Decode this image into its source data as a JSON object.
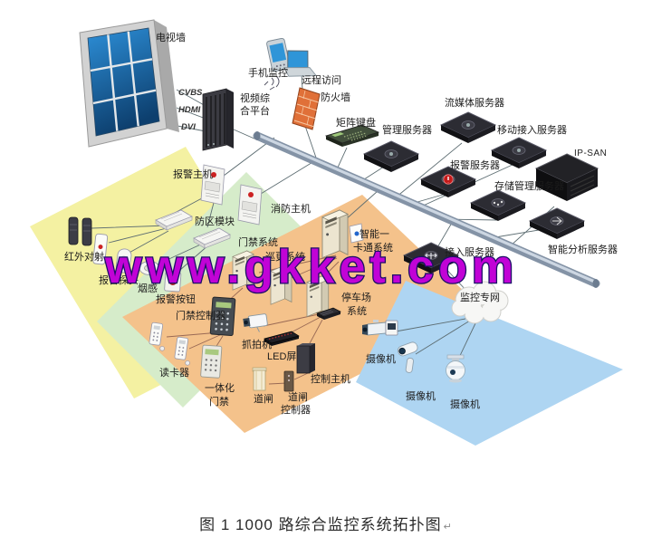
{
  "watermark": "www.gkket.com",
  "caption": {
    "text": "图 1 1000 路综合监控系统拓扑图",
    "mark": "↵"
  },
  "cables": {
    "cvbs": "CVBS",
    "hdmi": "HDMI",
    "dvi": "DVI"
  },
  "colors": {
    "zone_security": "#f4f1a2",
    "zone_fire": "#d6ecca",
    "zone_access": "#f4c28b",
    "zone_video": "#aed5f2",
    "watermark_fill": "#c103d6",
    "watermark_stroke": "#1c1066",
    "bus_pipe": "#8493a6"
  },
  "nodes": {
    "tv_wall": "电视墙",
    "video_platform_l1": "视频综",
    "video_platform_l2": "合平台",
    "mobile_monitor": "手机监控",
    "remote_access": "远程访问",
    "firewall": "防火墙",
    "matrix_keyboard": "矩阵键盘",
    "mgmt_server": "管理服务器",
    "stream_server": "流媒体服务器",
    "mobile_access_server": "移动接入服务器",
    "ip_san": "IP-SAN",
    "alarm_server": "报警服务器",
    "storage_server": "存储管理服务器",
    "access_server": "接入服务器",
    "analysis_server": "智能分析服务器",
    "monitor_net": "监控专网",
    "alarm_host": "报警主机",
    "fire_host": "消防主机",
    "zone_module": "防区模块",
    "ir_beam": "红外对射",
    "alarm_detector": "报警探头",
    "smoke": "烟感",
    "alarm_button": "报警按钮",
    "door_system": "门禁系统",
    "patrol_system": "巡更系统",
    "onecard_l1": "智能一",
    "onecard_l2": "卡通系统",
    "parking_l1": "停车场",
    "parking_l2": "系统",
    "door_controller": "门禁控制器",
    "card_reader": "读卡器",
    "integrated_l1": "一体化",
    "integrated_l2": "门禁",
    "capture_cam": "抓拍机",
    "led_screen": "LED屏",
    "barrier": "道闸",
    "barrier_ctrl_l1": "道闸",
    "barrier_ctrl_l2": "控制器",
    "control_host": "控制主机",
    "camera_box": "摄像机",
    "camera_bullet": "摄像机",
    "camera_dome": "摄像机"
  }
}
